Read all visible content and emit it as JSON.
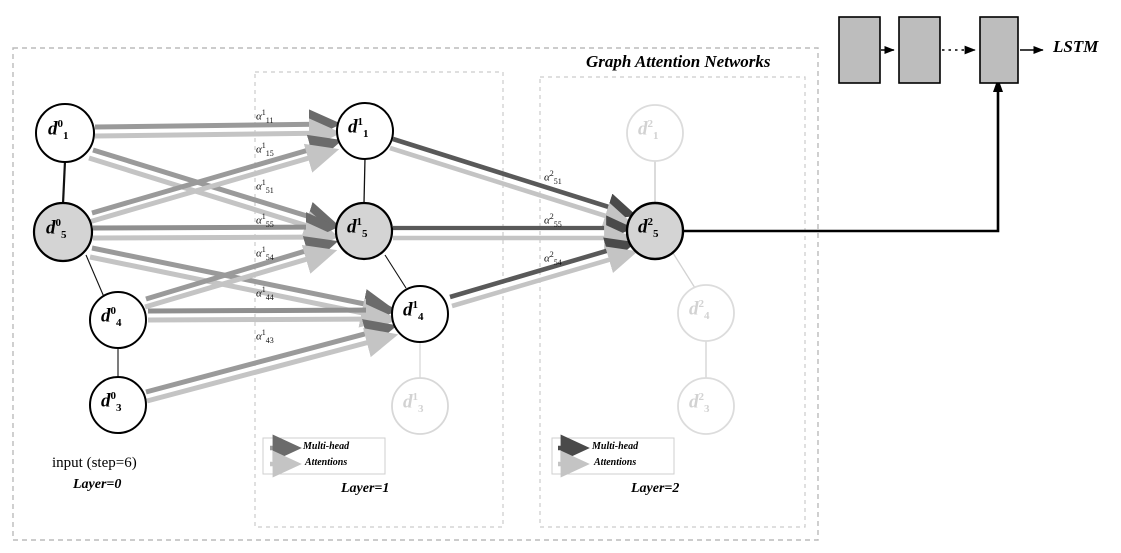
{
  "figure": {
    "title": "Graph Attention Networks",
    "outer_frame": "dashed",
    "background": "#ffffff"
  },
  "colors": {
    "node_fill_white": "#ffffff",
    "node_fill_gray": "#d4d4d4",
    "node_stroke": "#000000",
    "node_faded": "#d2d2d2",
    "arrow_dark": "#6b6b6b",
    "arrow_light": "#c4c4c4",
    "arrow_black": "#4a4a4a",
    "lstm_fill": "#c0c0c0",
    "frame_dash": "#bbbbbb"
  },
  "layers": [
    {
      "id": "layer0",
      "label": "Layer=0",
      "caption": "input (step=6)",
      "nodes": [
        {
          "id": "d10",
          "label": "d",
          "sup": "0",
          "sub": "1",
          "fill": "white",
          "faded": false
        },
        {
          "id": "d50",
          "label": "d",
          "sup": "0",
          "sub": "5",
          "fill": "gray",
          "faded": false
        },
        {
          "id": "d40",
          "label": "d",
          "sup": "0",
          "sub": "4",
          "fill": "white",
          "faded": false
        },
        {
          "id": "d30",
          "label": "d",
          "sup": "0",
          "sub": "3",
          "fill": "white",
          "faded": false
        }
      ]
    },
    {
      "id": "layer1",
      "label": "Layer=1",
      "caption": "",
      "nodes": [
        {
          "id": "d11",
          "label": "d",
          "sup": "1",
          "sub": "1",
          "fill": "white",
          "faded": false
        },
        {
          "id": "d51",
          "label": "d",
          "sup": "1",
          "sub": "5",
          "fill": "gray",
          "faded": false
        },
        {
          "id": "d41",
          "label": "d",
          "sup": "1",
          "sub": "4",
          "fill": "white",
          "faded": false
        },
        {
          "id": "d31",
          "label": "d",
          "sup": "1",
          "sub": "3",
          "fill": "white",
          "faded": true
        }
      ],
      "legend": {
        "line1": "Multi-head",
        "line2": "Attentions",
        "arrow1_color": "arrow_dark",
        "arrow2_color": "arrow_light"
      }
    },
    {
      "id": "layer2",
      "label": "Layer=2",
      "caption": "",
      "nodes": [
        {
          "id": "d12",
          "label": "d",
          "sup": "2",
          "sub": "1",
          "fill": "white",
          "faded": true
        },
        {
          "id": "d52",
          "label": "d",
          "sup": "2",
          "sub": "5",
          "fill": "gray",
          "faded": false
        },
        {
          "id": "d42",
          "label": "d",
          "sup": "2",
          "sub": "4",
          "fill": "white",
          "faded": true
        },
        {
          "id": "d32",
          "label": "d",
          "sup": "2",
          "sub": "3",
          "fill": "white",
          "faded": true
        }
      ],
      "legend": {
        "line1": "Multi-head",
        "line2": "Attentions",
        "arrow1_color": "arrow_black",
        "arrow2_color": "arrow_light"
      }
    }
  ],
  "attention_labels_layer1": [
    {
      "id": "a111",
      "base": "α",
      "sup": "1",
      "sub": "11"
    },
    {
      "id": "a115",
      "base": "α",
      "sup": "1",
      "sub": "15"
    },
    {
      "id": "a151",
      "base": "α",
      "sup": "1",
      "sub": "51"
    },
    {
      "id": "a155",
      "base": "α",
      "sup": "1",
      "sub": "55"
    },
    {
      "id": "a154",
      "base": "α",
      "sup": "1",
      "sub": "54"
    },
    {
      "id": "a144",
      "base": "α",
      "sup": "1",
      "sub": "44"
    },
    {
      "id": "a143",
      "base": "α",
      "sup": "1",
      "sub": "43"
    }
  ],
  "attention_labels_layer2": [
    {
      "id": "a251",
      "base": "α",
      "sup": "2",
      "sub": "51"
    },
    {
      "id": "a255",
      "base": "α",
      "sup": "2",
      "sub": "55"
    },
    {
      "id": "a254",
      "base": "α",
      "sup": "2",
      "sub": "54"
    }
  ],
  "lstm": {
    "label": "LSTM",
    "blocks": 3,
    "connector_types": [
      "solid",
      "dotted",
      "solid"
    ],
    "input_arrow": "up-arrow-from-gat"
  }
}
